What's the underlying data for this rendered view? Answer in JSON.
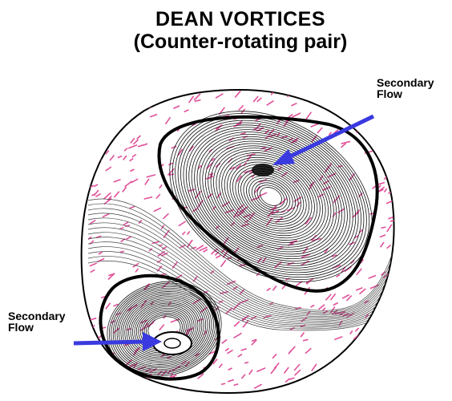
{
  "title": {
    "line1": "DEAN VORTICES",
    "line2": "(Counter-rotating pair)"
  },
  "labels": {
    "upper": {
      "line1": "Secondary",
      "line2": "Flow"
    },
    "lower": {
      "line1": "Secondary",
      "line2": "Flow"
    }
  },
  "colors": {
    "streamline": "#111111",
    "vector": "#e0509a",
    "arrow": "#3a3ae0",
    "outline": "#000000"
  },
  "icons": [
    "blue-arrow"
  ]
}
